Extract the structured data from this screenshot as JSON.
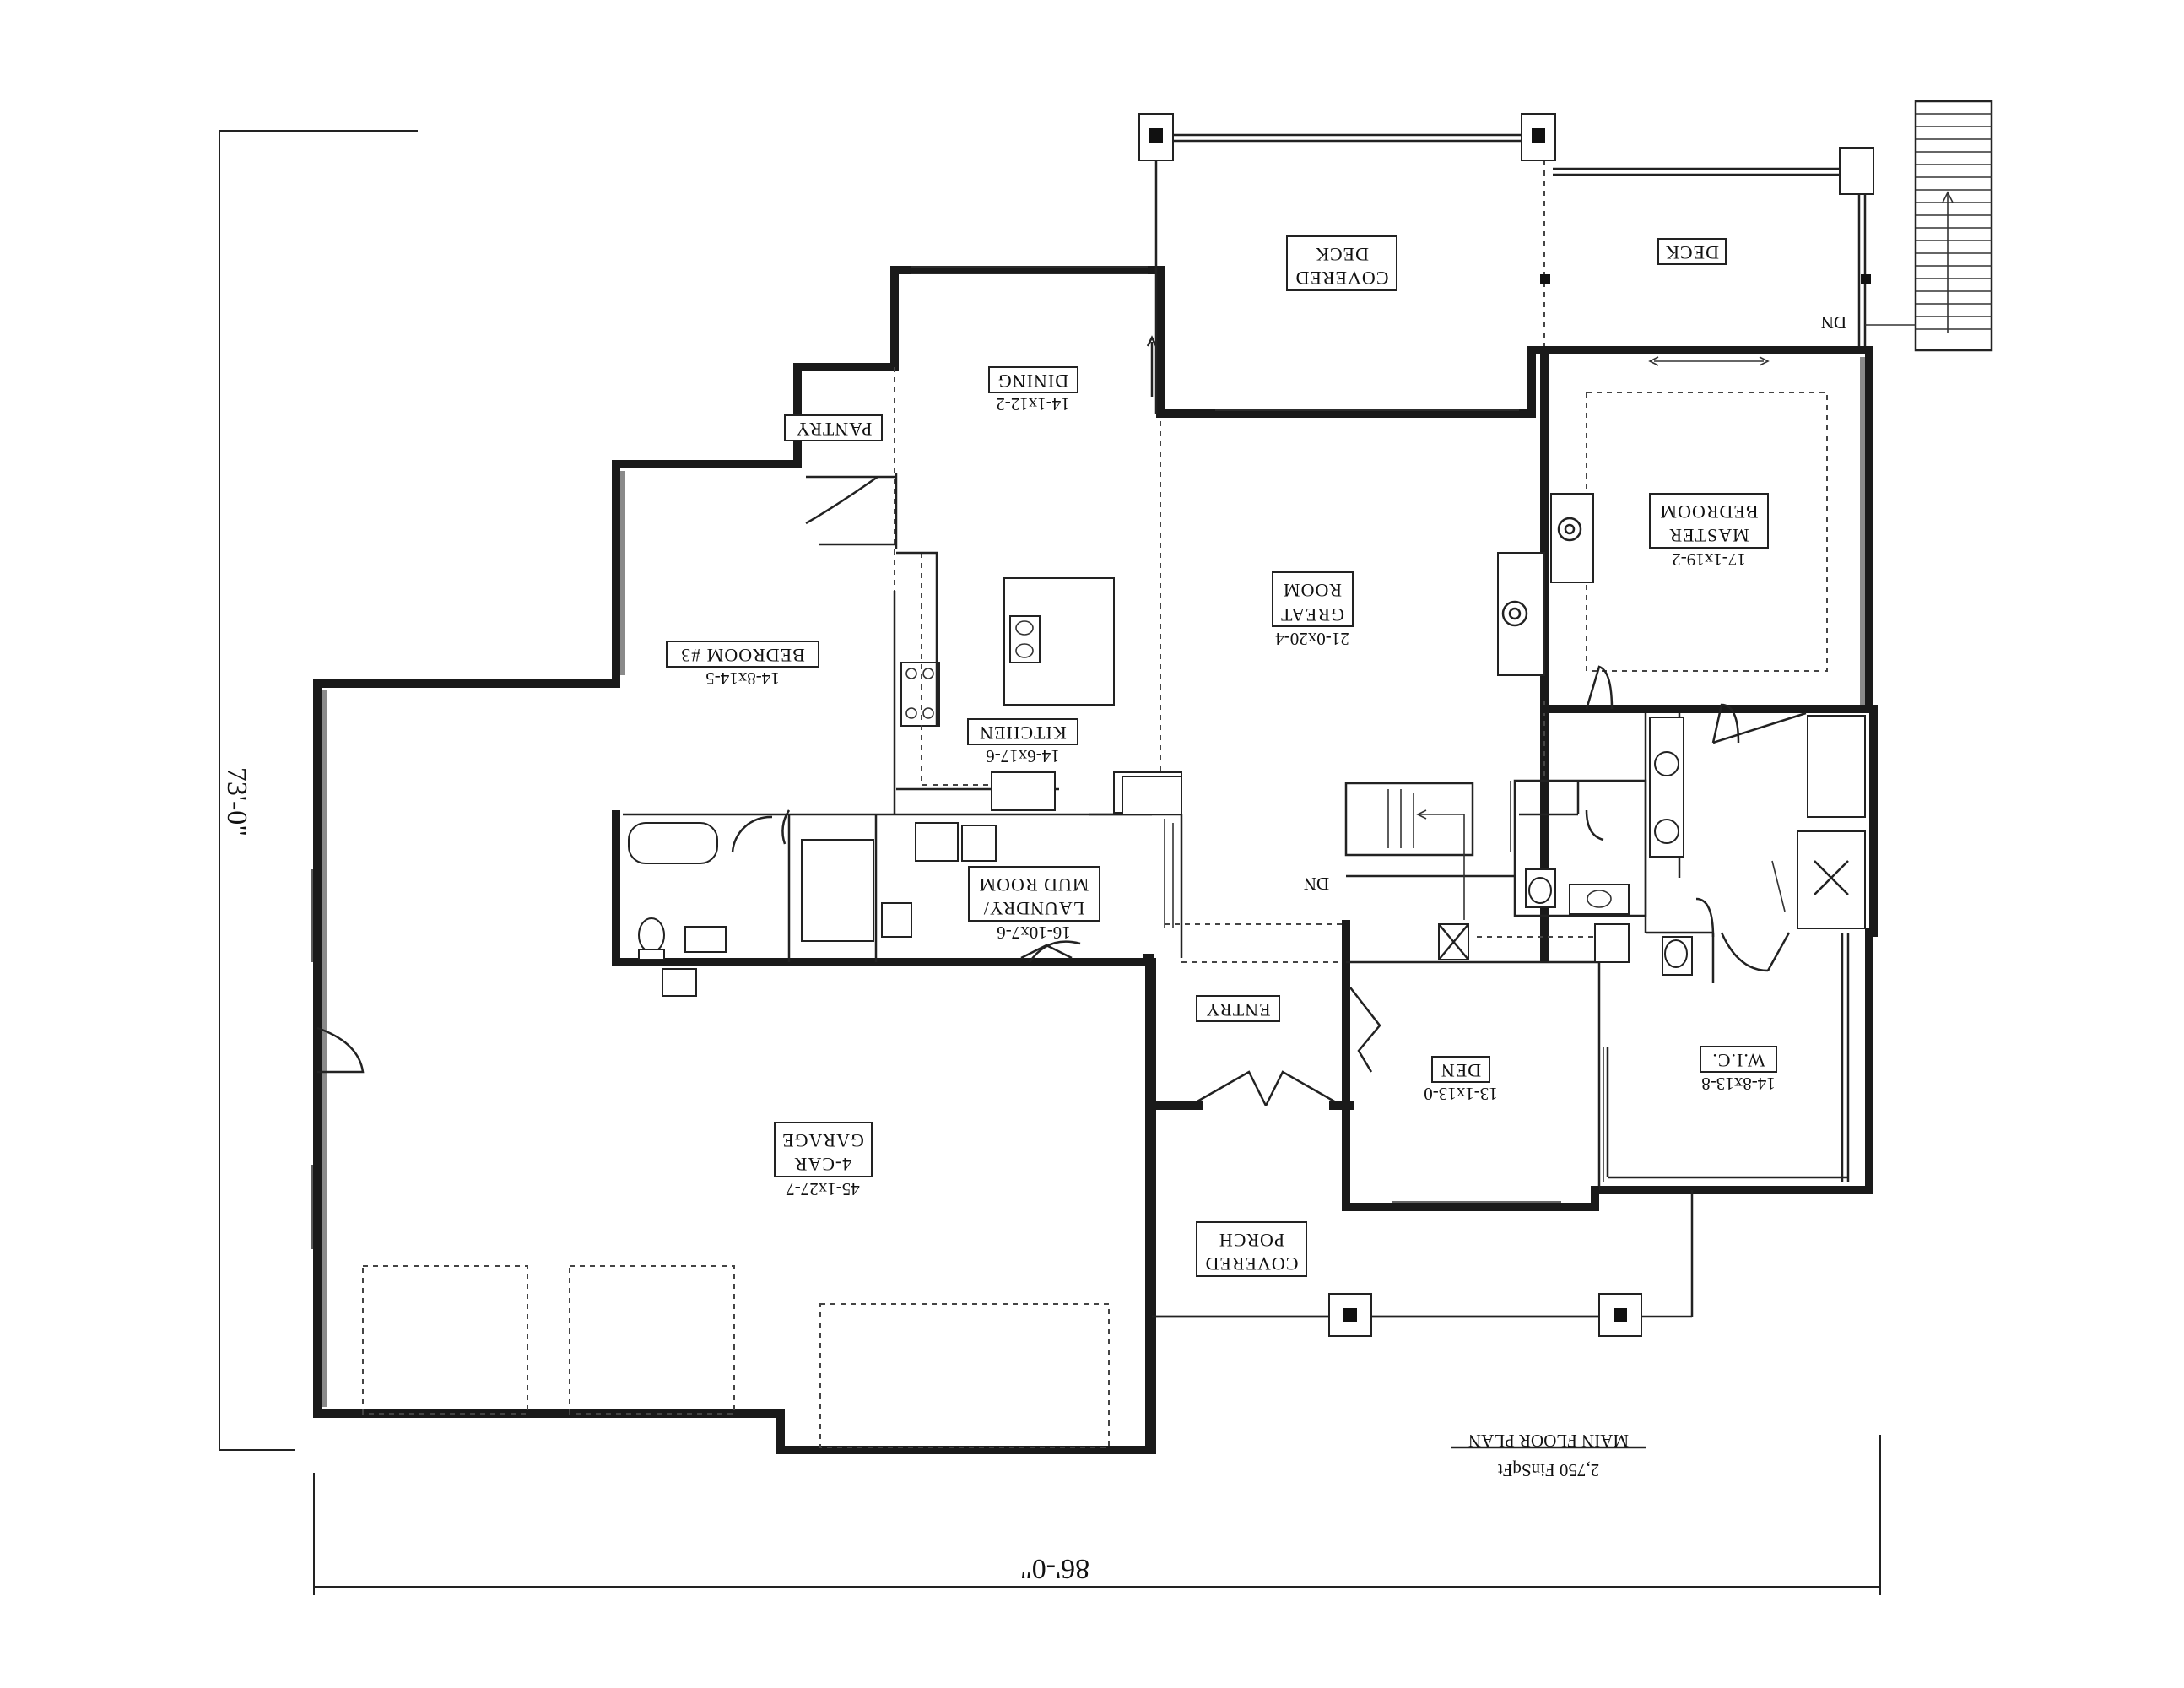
{
  "plan": {
    "title": "MAIN FLOOR PLAN",
    "area": "2,750 FinSqFt",
    "overall_width": "86'-0\"",
    "overall_depth": "73'-0\""
  },
  "rooms": {
    "covered_deck": {
      "name_line1": "COVERED",
      "name_line2": "DECK"
    },
    "deck": {
      "name": "DECK"
    },
    "dining": {
      "name": "DINING",
      "size": "14-1x12-2"
    },
    "pantry": {
      "name": "PANTRY"
    },
    "bedroom3": {
      "name": "BEDROOM #3",
      "size": "14-8x14-5"
    },
    "kitchen": {
      "name": "KITCHEN",
      "size": "14-6x17-6"
    },
    "great_room": {
      "name_line1": "GREAT",
      "name_line2": "ROOM",
      "size": "21-0x20-4"
    },
    "master_bedroom": {
      "name_line1": "MASTER",
      "name_line2": "BEDROOM",
      "size": "17-1x19-2"
    },
    "laundry": {
      "name_line1": "LAUNDRY/",
      "name_line2": "MUD ROOM",
      "size": "16-10x7-6"
    },
    "entry": {
      "name": "ENTRY"
    },
    "den": {
      "name": "DEN",
      "size": "13-1x13-0"
    },
    "wic": {
      "name": "W.I.C.",
      "size": "14-8x13-8"
    },
    "garage": {
      "name_line1": "4-CAR",
      "name_line2": "GARAGE",
      "size": "45-1x27-7"
    },
    "covered_porch": {
      "name_line1": "COVERED",
      "name_line2": "PORCH"
    }
  },
  "stairs": {
    "deck_stair_label": "DN",
    "interior_stair_label": "DN"
  }
}
